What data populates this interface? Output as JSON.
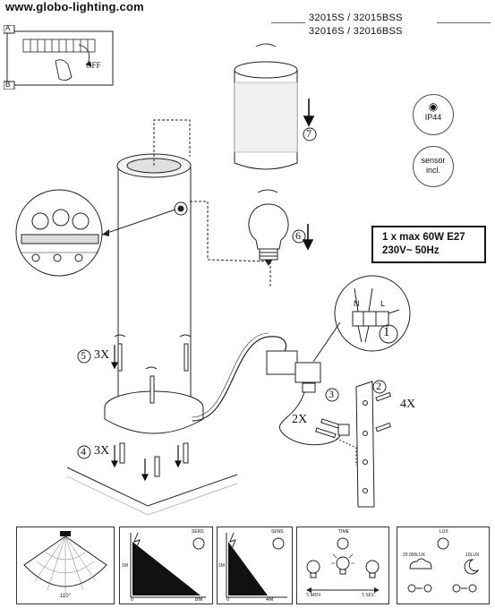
{
  "header": {
    "website": "www.globo-lighting.com",
    "models_line1": "32015S / 32015BSS",
    "models_line2": "32016S / 32016BSS"
  },
  "switch_panel": {
    "label_a": "A",
    "label_b": "B",
    "off_label": "OFF"
  },
  "badges": {
    "ip_rating": "IP44",
    "sensor_line1": "sensor",
    "sensor_line2": "incl."
  },
  "spec": {
    "line1": "1 x max 60W E27",
    "line2": "230V~ 50Hz"
  },
  "steps": {
    "step1": "1",
    "step2": "2",
    "step3": "3",
    "step4": "4",
    "step5": "5",
    "step6": "6",
    "step7": "7",
    "count_3x_top": "3X",
    "count_3x_bottom": "3X",
    "count_2x": "2X",
    "count_4x": "4X"
  },
  "wiring": {
    "n": "N",
    "l": "L"
  },
  "bottom_panels": {
    "detection_angle": "110°",
    "range_panel_a": {
      "sens": "SENS",
      "height": "1M",
      "origin": "0",
      "distance": "8M"
    },
    "range_panel_b": {
      "sens": "SENS",
      "height": "1M",
      "origin": "0",
      "distance": "4M"
    },
    "time_panel": {
      "title": "TIME",
      "min": "5 MIN",
      "max": "5 SEC"
    },
    "lux_panel": {
      "title": "LUX",
      "high": "20.000LUX",
      "low": "10LUX"
    }
  }
}
